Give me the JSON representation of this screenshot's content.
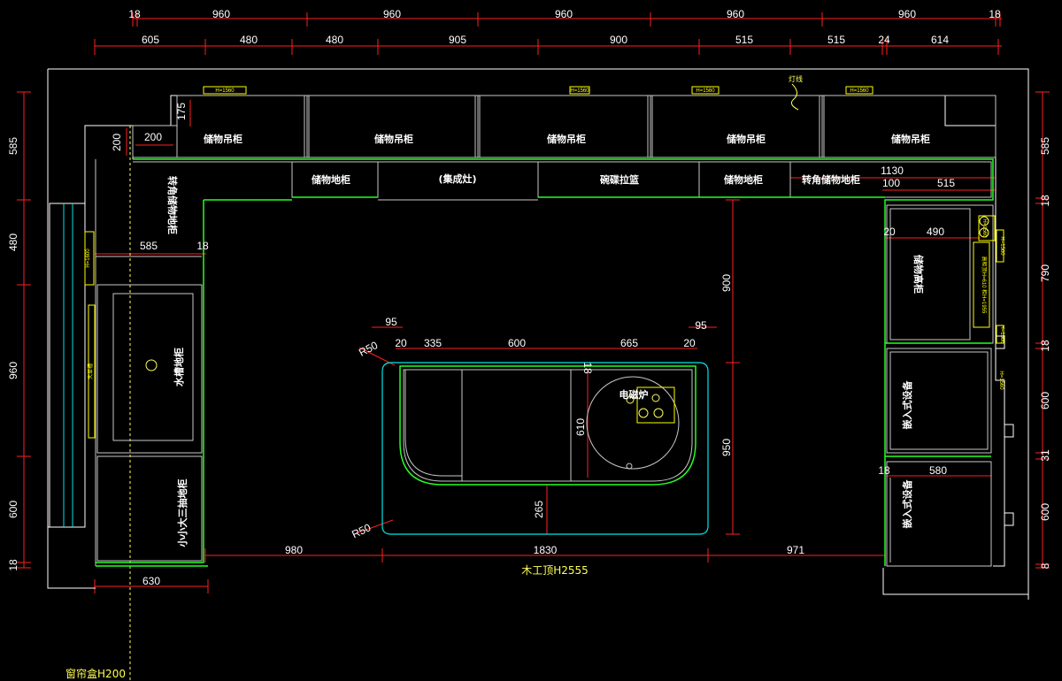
{
  "dims_top1": [
    "18",
    "960",
    "960",
    "960",
    "960",
    "960",
    "18"
  ],
  "dims_top2": [
    "605",
    "480",
    "480",
    "905",
    "900",
    "515",
    "515",
    "24",
    "614"
  ],
  "dims_left": [
    "585",
    "480",
    "960",
    "600",
    "18"
  ],
  "dims_right": [
    "585",
    "18",
    "790",
    "18",
    "600",
    "31",
    "600",
    "8"
  ],
  "dims_bottom": [
    "630",
    "980",
    "1830",
    "971"
  ],
  "dims_inner": {
    "d175": "175",
    "d200a": "200",
    "d200b": "200",
    "d585": "585",
    "d18a": "18",
    "d1130": "1130",
    "d100": "100",
    "d515": "515",
    "d20a": "20",
    "d490": "490",
    "d900": "900",
    "d950": "950",
    "d95a": "95",
    "d95b": "95",
    "d20b": "20",
    "d335": "335",
    "d600": "600",
    "d665": "665",
    "d20c": "20",
    "d18b": "18",
    "d610": "610",
    "d265": "265",
    "r50a": "R50",
    "r50b": "R50",
    "d18c": "18",
    "d580": "580"
  },
  "labels": {
    "upper1": "储物吊柜",
    "upper2": "储物吊柜",
    "upper3": "储物吊柜",
    "upper4": "储物吊柜",
    "upper5": "储物吊柜",
    "base1": "储物地柜",
    "base2": "(集成灶)",
    "base3": "碗碟拉篮",
    "base4": "储物地柜",
    "base5": "转角储物地柜",
    "left_corner": "转角储物地柜",
    "left_sink": "水槽地柜",
    "left_small": "小小大三抽地柜",
    "right_tall": "储物高柜",
    "right_emb1": "嵌入式设备",
    "right_emb2": "嵌入式设备",
    "island_cook": "电磁炉",
    "ceiling": "木工顶H2555",
    "curtain": "窗帘盒H200",
    "lamp": "灯线"
  },
  "tiny": {
    "h1": "H=1560",
    "h2": "H=1560",
    "h3": "H=1560",
    "h4": "H=1560",
    "h5": "H=1560",
    "lv1": "H=1600",
    "lv2": "大单槽",
    "rv1": "H=1560",
    "rv2": "H=1560",
    "rv3": "高柜顶H=610 柜H=1955",
    "rv4": "H=1560"
  },
  "colors": {
    "background": "#000000",
    "dimension": "#ff2020",
    "wall": "#ffffff",
    "cabinet_edge": "#22ff22",
    "countertop": "#00e5e5",
    "annotation": "#ffff55"
  }
}
